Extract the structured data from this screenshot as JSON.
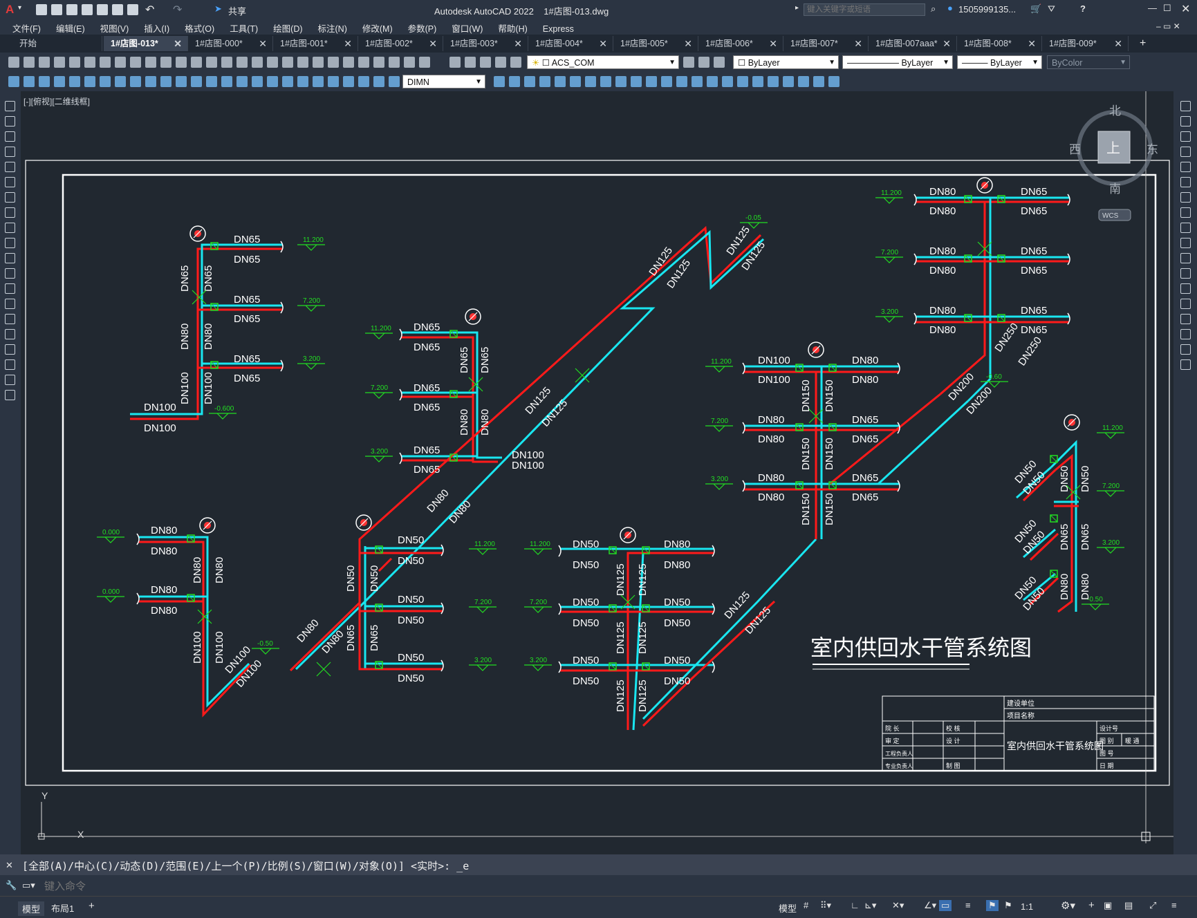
{
  "app": {
    "title": "Autodesk AutoCAD 2022",
    "file": "1#店图-013.dwg",
    "share_label": "共享",
    "search_placeholder": "键入关键字或短语",
    "user": "1505999135...",
    "help": "?"
  },
  "menu": [
    "文件(F)",
    "编辑(E)",
    "视图(V)",
    "插入(I)",
    "格式(O)",
    "工具(T)",
    "绘图(D)",
    "标注(N)",
    "修改(M)",
    "参数(P)",
    "窗口(W)",
    "帮助(H)",
    "Express"
  ],
  "tabs": [
    {
      "label": "开始"
    },
    {
      "label": "1#店图-013*"
    },
    {
      "label": "1#店图-000*"
    },
    {
      "label": "1#店图-001*"
    },
    {
      "label": "1#店图-002*"
    },
    {
      "label": "1#店图-003*"
    },
    {
      "label": "1#店图-004*"
    },
    {
      "label": "1#店图-005*"
    },
    {
      "label": "1#店图-006*"
    },
    {
      "label": "1#店图-007*"
    },
    {
      "label": "1#店图-007aaa*"
    },
    {
      "label": "1#店图-008*"
    },
    {
      "label": "1#店图-009*"
    }
  ],
  "tab_add": "+",
  "toolbar": {
    "layer": "ACS_COM",
    "color": "ByLayer",
    "linetype": "ByLayer",
    "lineweight": "ByLayer",
    "plotstyle": "ByColor",
    "dimstyle": "DIMN"
  },
  "viewport_label": "[-][俯视][二维线框]",
  "viewcube": {
    "north": "北",
    "south": "南",
    "east": "东",
    "west": "西",
    "top": "上",
    "wcs": "WCS"
  },
  "drawing": {
    "title": "室内供回水干管系统图",
    "title_block": {
      "construction_unit": "建设单位",
      "project_name": "项目名称",
      "drawing_title": "室内供回水干管系统图",
      "rows": [
        [
          "院 长",
          "校 核"
        ],
        [
          "审 定",
          "设 计"
        ],
        [
          "工程负责人",
          ""
        ],
        [
          "专业负责人",
          "制 图"
        ]
      ],
      "right_cells": [
        "设计号",
        "图 别",
        "暖 通",
        "图 号",
        "日 期"
      ]
    },
    "labels": {
      "dn50": "DN50",
      "dn65": "DN65",
      "dn80": "DN80",
      "dn100": "DN100",
      "dn125": "DN125",
      "dn150": "DN150",
      "dn200": "DN200",
      "dn250": "DN250"
    },
    "elevations": [
      "11.200",
      "7.200",
      "3.200",
      "-0.600",
      "-0.50",
      "0.000",
      "-0.05",
      "-0.60"
    ]
  },
  "ucs": {
    "y": "Y",
    "x": "X"
  },
  "command": {
    "history": "[全部(A)/中心(C)/动态(D)/范围(E)/上一个(P)/比例(S)/窗口(W)/对象(O)] <实时>: _e",
    "placeholder": "键入命令"
  },
  "status": {
    "model_tab": "模型",
    "layout_tab": "布局1",
    "add_tab": "+",
    "model_btn": "模型",
    "scale": "1:1"
  },
  "colors": {
    "supply": "#ff1a1a",
    "return": "#19e6f0",
    "annotation": "#ffffff",
    "elevation": "#22dd22",
    "background": "#212830"
  }
}
